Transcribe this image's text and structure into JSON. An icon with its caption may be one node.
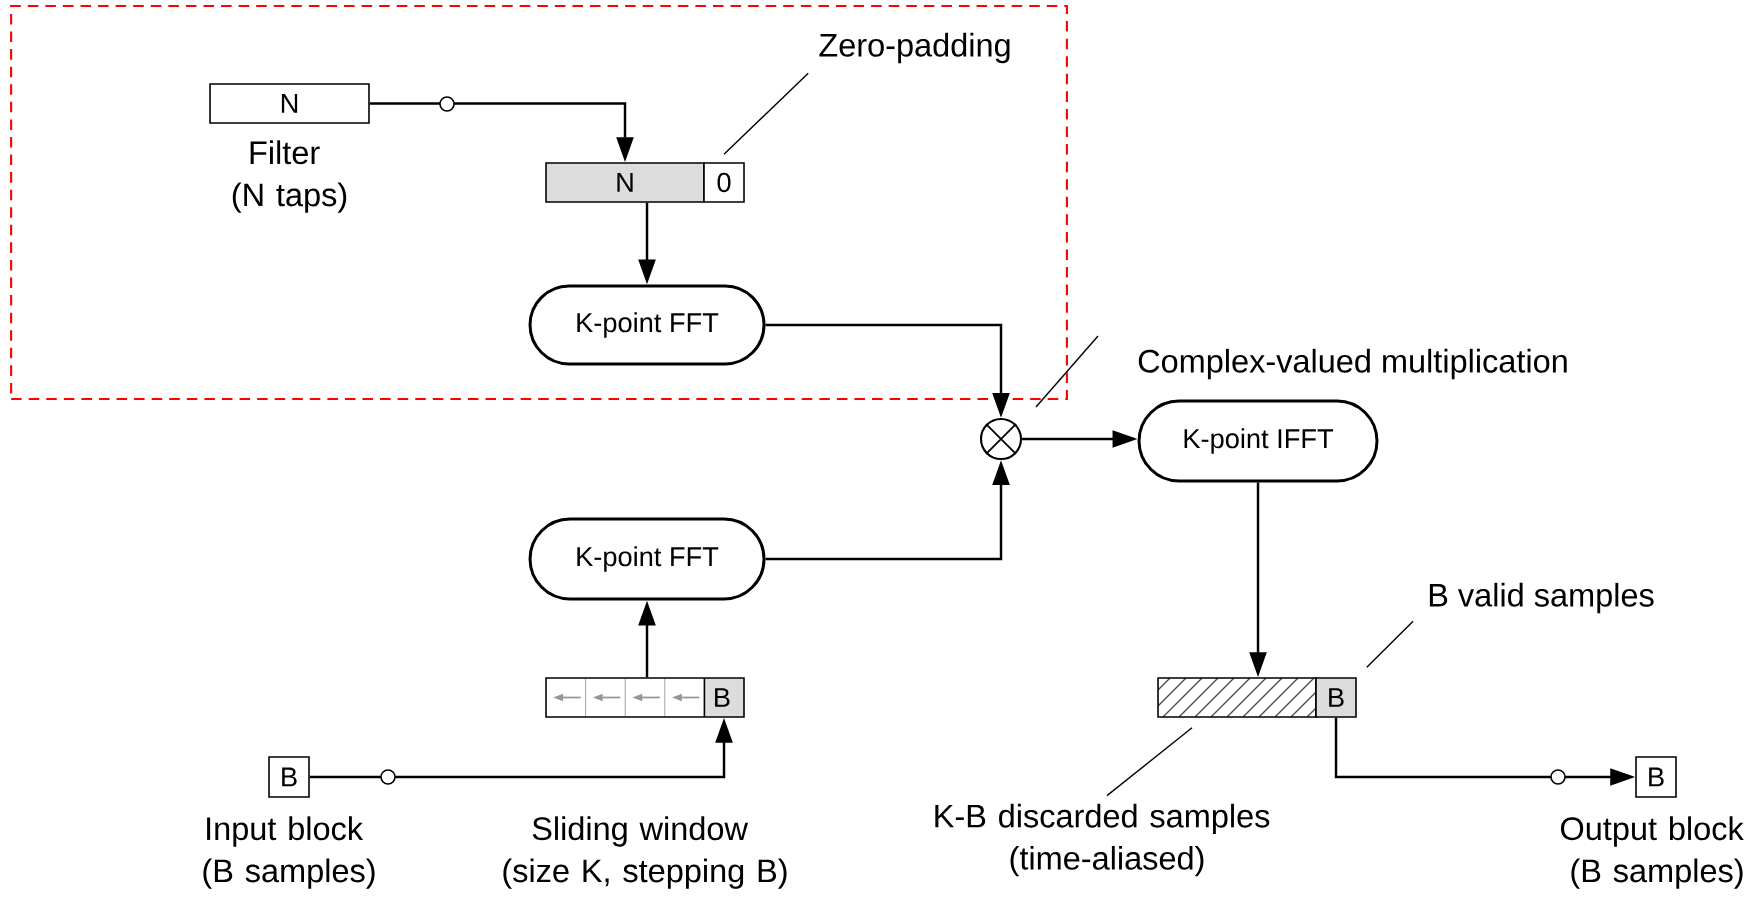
{
  "diagram": {
    "nodes": [
      {
        "text": [],
        "shape": "box"
      },
      {
        "text": [
          "N"
        ],
        "beside": [
          "Filter (N taps)"
        ],
        "in": 0
      },
      {
        "text": [
          "Zero-padding"
        ],
        "in": 0
      },
      {
        "text": [
          "N"
        ],
        "in": 0
      },
      {
        "text": [
          "0"
        ],
        "in": 0
      },
      {
        "text": [
          "K-point FFT"
        ],
        "in": 0
      },
      {
        "text": [
          "Complex-valued multiplication"
        ]
      },
      {
        "text": [],
        "shape": "circle"
      },
      {
        "text": [
          "K-point IFFT"
        ]
      },
      {
        "text": [
          "K-point FFT"
        ]
      },
      {
        "text": [
          "B valid samples"
        ]
      },
      {
        "text": [
          "B"
        ],
        "beside": [
          "Sliding window (size K, stepping B)"
        ]
      },
      {
        "text": [],
        "shape": "bar"
      },
      {
        "text": [
          "B"
        ]
      },
      {
        "text": [
          "B"
        ],
        "beside": [
          "Input block (B samples)"
        ]
      },
      {
        "text": [
          "B"
        ],
        "beside": [
          "Output block (B samples)"
        ]
      },
      {
        "text": [
          "K-B discarded samples (time-aliased)"
        ]
      }
    ],
    "edges": [
      {
        "from": 1,
        "to": 3,
        "arrow": "to"
      },
      {
        "from": 2,
        "to": 4,
        "arrow": "none"
      },
      {
        "from": 3,
        "to": 5,
        "arrow": "to"
      },
      {
        "from": 5,
        "to": 7,
        "arrow": "to"
      },
      {
        "from": 6,
        "to": 7,
        "arrow": "none"
      },
      {
        "from": 7,
        "to": 8,
        "arrow": "to"
      },
      {
        "from": 9,
        "to": 7,
        "arrow": "to"
      },
      {
        "from": 11,
        "to": 9,
        "arrow": "to"
      },
      {
        "from": 14,
        "to": 11,
        "arrow": "to"
      },
      {
        "from": 8,
        "to": 12,
        "arrow": "to"
      },
      {
        "from": 10,
        "to": 13,
        "arrow": "none"
      },
      {
        "from": 16,
        "to": 12,
        "arrow": "none"
      },
      {
        "from": 13,
        "to": 15,
        "arrow": "to"
      }
    ]
  }
}
